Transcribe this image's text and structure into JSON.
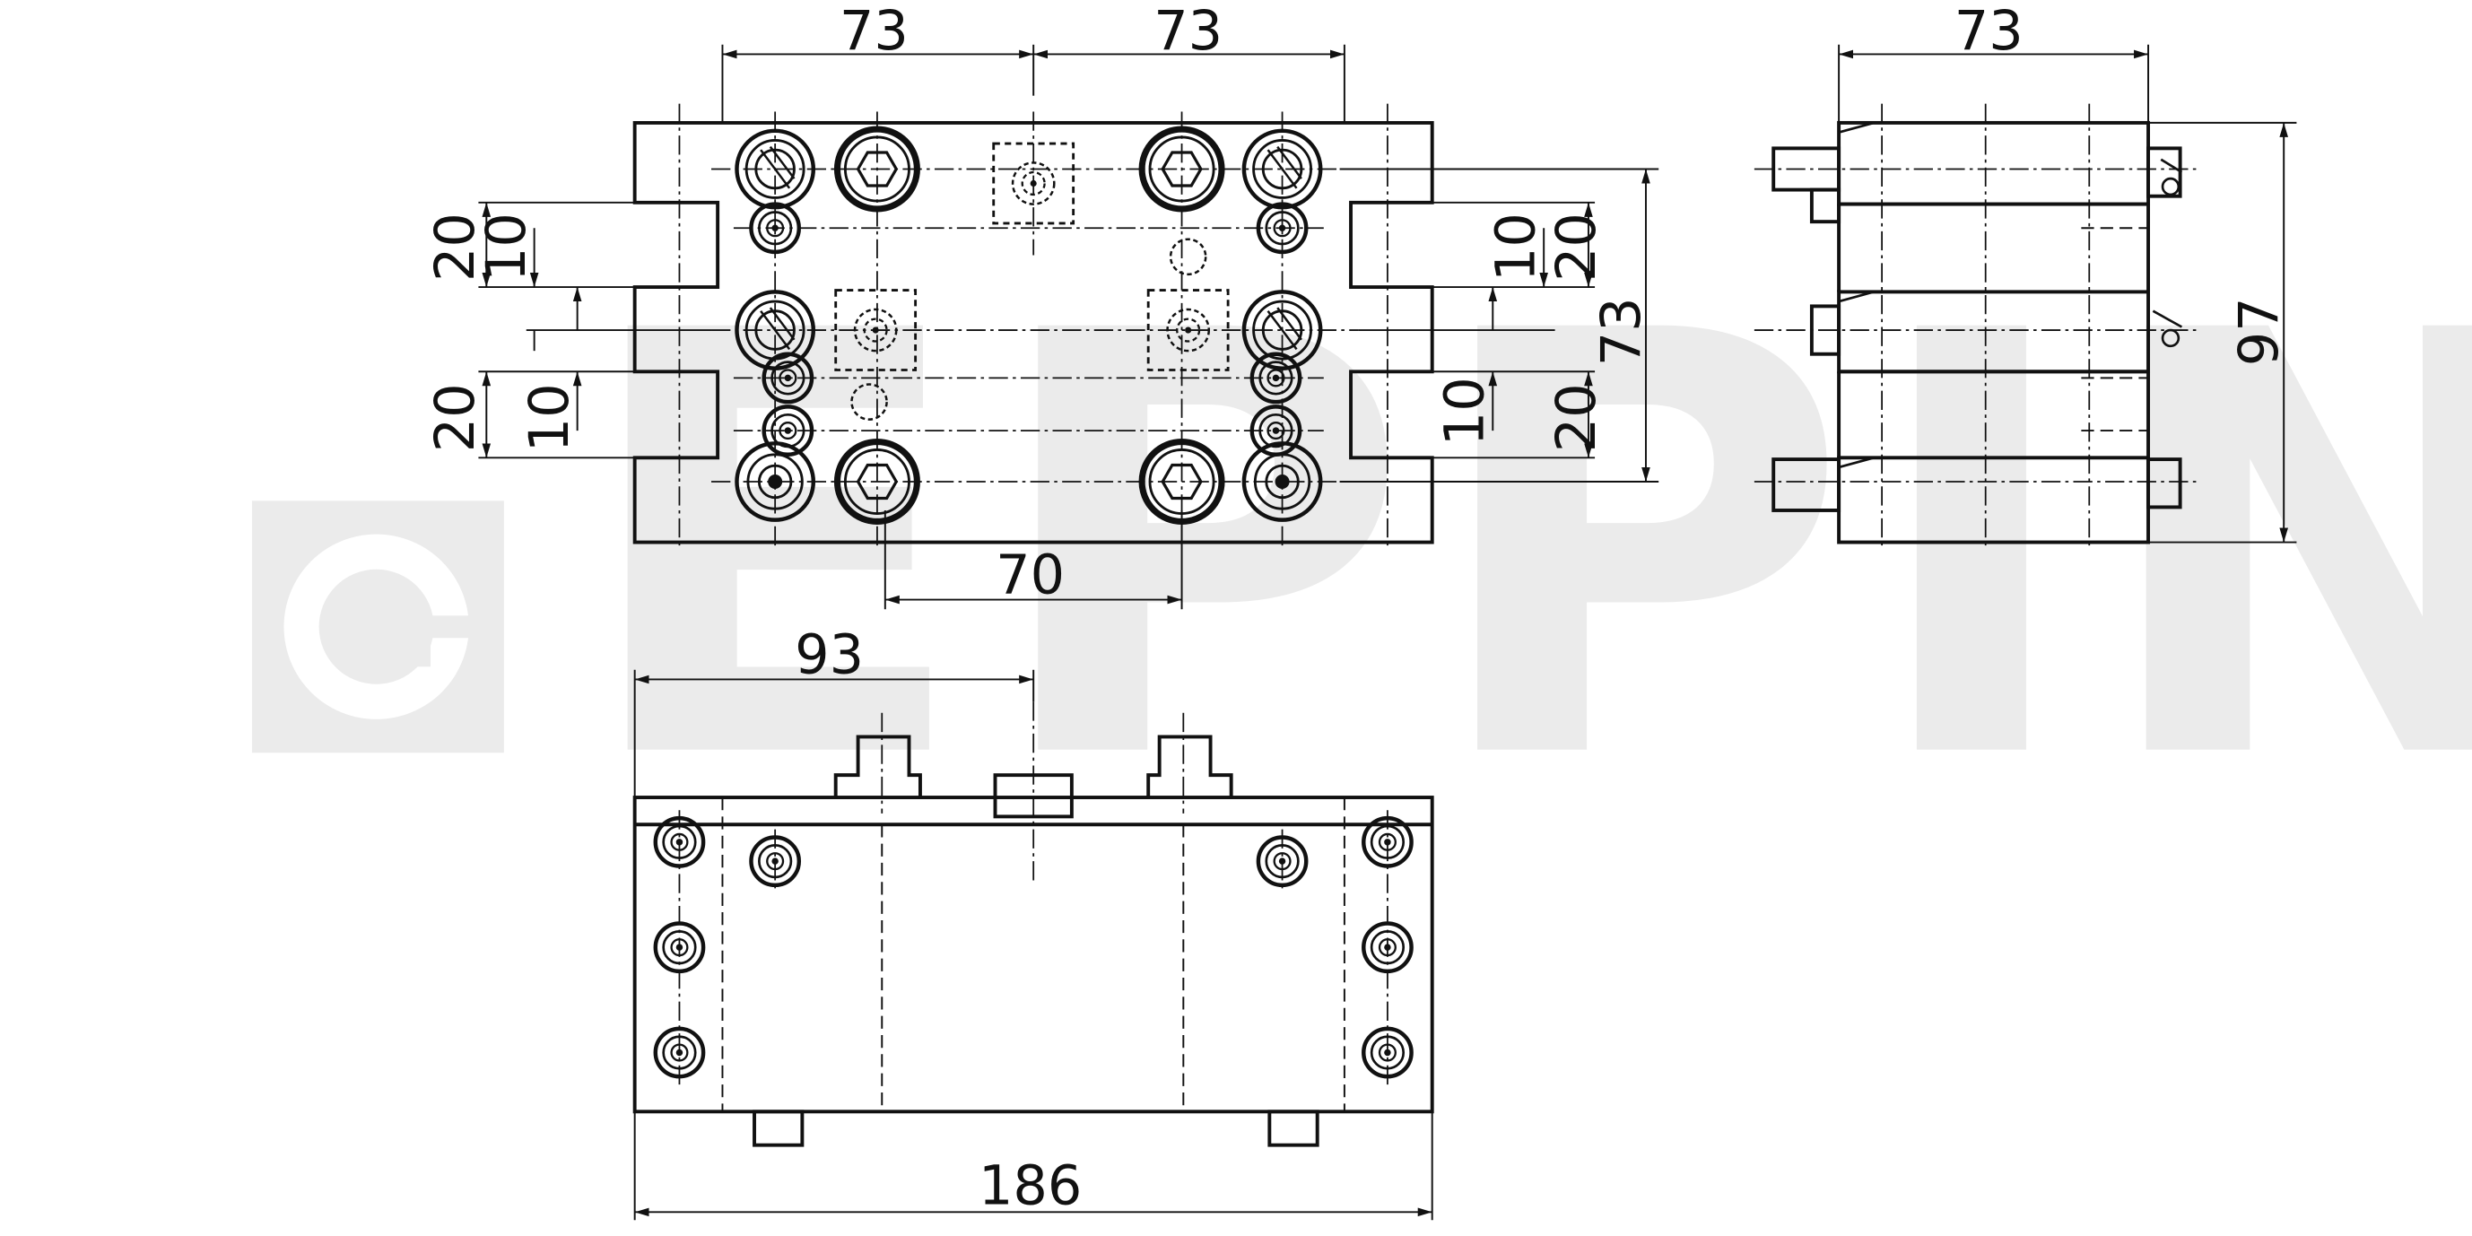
{
  "watermark": {
    "text": "EPPINGER",
    "color": "#ebebeb"
  },
  "colors": {
    "line": "#111111",
    "background": "#ffffff"
  },
  "dimensions": {
    "top_left_73": "73",
    "top_right_73": "73",
    "side_top_73": "73",
    "side_height_97": "97",
    "front_height_73": "73",
    "left_20_upper": "20",
    "left_10_upper": "10",
    "left_20_lower": "20",
    "left_10_lower": "10",
    "right_10_upper": "10",
    "right_20_upper": "20",
    "right_10_lower": "10",
    "right_20_lower": "20",
    "bottom_70": "70",
    "plan_93": "93",
    "plan_186": "186"
  }
}
